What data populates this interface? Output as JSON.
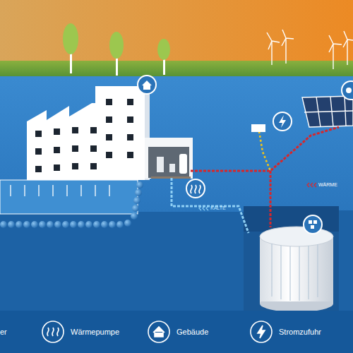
{
  "diagram": {
    "labels": [
      "KÄLTE",
      "WÄRME"
    ],
    "legend": [
      {
        "text": "er"
      },
      {
        "text": "Wärmepumpe"
      },
      {
        "text": "Gebäude"
      },
      {
        "text": "Stromzufuhr"
      }
    ]
  }
}
